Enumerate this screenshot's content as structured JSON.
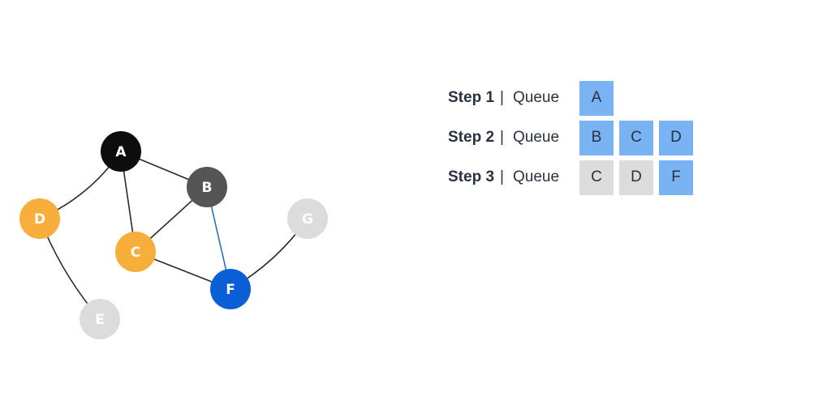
{
  "colors": {
    "black_node": "#0d0d0d",
    "dark_gray_node": "#555555",
    "orange_node": "#f7ae3a",
    "blue_node": "#0a5fd6",
    "light_gray_node": "#dcdcdc",
    "edge": "#2a2a2a",
    "highlight_edge": "#2f6fb3",
    "queue_active": "#79b3f3",
    "queue_inactive": "#dcdcdc"
  },
  "graph": {
    "nodes": [
      {
        "id": "A",
        "label": "A",
        "color": "black_node",
        "text": "#ffffff"
      },
      {
        "id": "B",
        "label": "B",
        "color": "dark_gray_node",
        "text": "#ffffff"
      },
      {
        "id": "C",
        "label": "C",
        "color": "orange_node",
        "text": "#ffffff"
      },
      {
        "id": "D",
        "label": "D",
        "color": "orange_node",
        "text": "#ffffff"
      },
      {
        "id": "E",
        "label": "E",
        "color": "light_gray_node",
        "text": "#ffffff"
      },
      {
        "id": "F",
        "label": "F",
        "color": "blue_node",
        "text": "#ffffff"
      },
      {
        "id": "G",
        "label": "G",
        "color": "light_gray_node",
        "text": "#ffffff"
      }
    ],
    "edges": [
      {
        "from": "A",
        "to": "D",
        "color": "edge"
      },
      {
        "from": "A",
        "to": "B",
        "color": "edge"
      },
      {
        "from": "A",
        "to": "C",
        "color": "edge"
      },
      {
        "from": "B",
        "to": "C",
        "color": "edge"
      },
      {
        "from": "B",
        "to": "F",
        "color": "highlight_edge"
      },
      {
        "from": "C",
        "to": "F",
        "color": "edge"
      },
      {
        "from": "D",
        "to": "E",
        "color": "edge"
      },
      {
        "from": "F",
        "to": "G",
        "color": "edge"
      }
    ]
  },
  "steps": [
    {
      "label": "Step 1",
      "separator": "|",
      "queue_word": "Queue",
      "cells": [
        {
          "text": "A",
          "state": "active"
        }
      ]
    },
    {
      "label": "Step 2",
      "separator": "|",
      "queue_word": "Queue",
      "cells": [
        {
          "text": "B",
          "state": "active"
        },
        {
          "text": "C",
          "state": "active"
        },
        {
          "text": "D",
          "state": "active"
        }
      ]
    },
    {
      "label": "Step 3",
      "separator": "|",
      "queue_word": "Queue",
      "cells": [
        {
          "text": "C",
          "state": "inactive"
        },
        {
          "text": "D",
          "state": "inactive"
        },
        {
          "text": "F",
          "state": "active"
        }
      ]
    }
  ]
}
